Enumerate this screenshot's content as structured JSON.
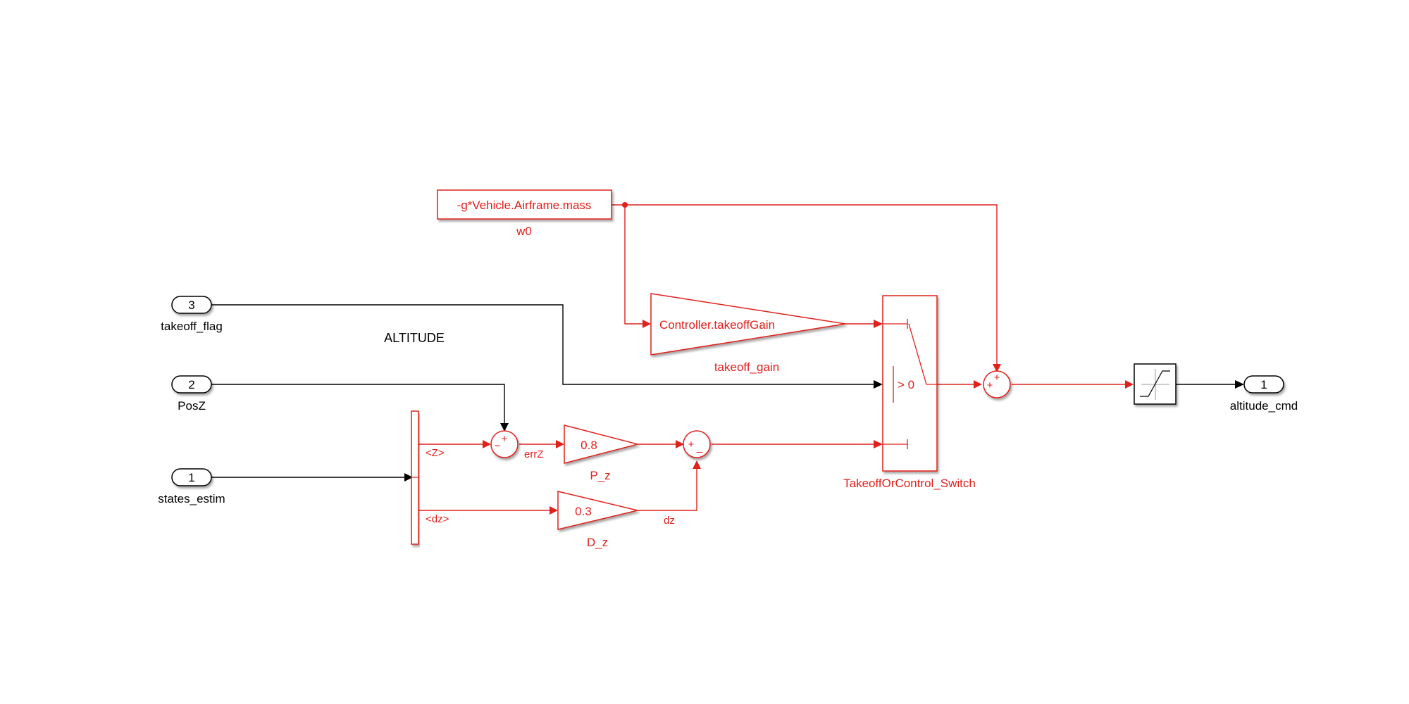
{
  "colors": {
    "active": "#e0201b",
    "default": "#000000",
    "background": "#ffffff"
  },
  "inports": [
    {
      "number": "3",
      "name": "takeoff_flag"
    },
    {
      "number": "2",
      "name": "PosZ"
    },
    {
      "number": "1",
      "name": "states_estim"
    }
  ],
  "outport": {
    "number": "1",
    "name": "altitude_cmd"
  },
  "annotation": "ALTITUDE",
  "constant": {
    "value": "-g*Vehicle.Airframe.mass",
    "name": "w0"
  },
  "gains": {
    "takeoff": {
      "value": "Controller.takeoffGain",
      "name": "takeoff_gain"
    },
    "p": {
      "value": "0.8",
      "name": "P_z"
    },
    "d": {
      "value": "0.3",
      "name": "D_z"
    }
  },
  "switch": {
    "criteria": "> 0",
    "name": "TakeoffOrControl_Switch"
  },
  "signals": {
    "z": "<Z>",
    "dz_sel": "<dz>",
    "errz": "errZ",
    "dz": "dz"
  },
  "signs": {
    "sum_err_plus": "+",
    "sum_err_minus": "−",
    "sum_pd_plus": "+",
    "sum_pd_minus": "_",
    "sum_out_left": "+",
    "sum_out_top": "+"
  }
}
